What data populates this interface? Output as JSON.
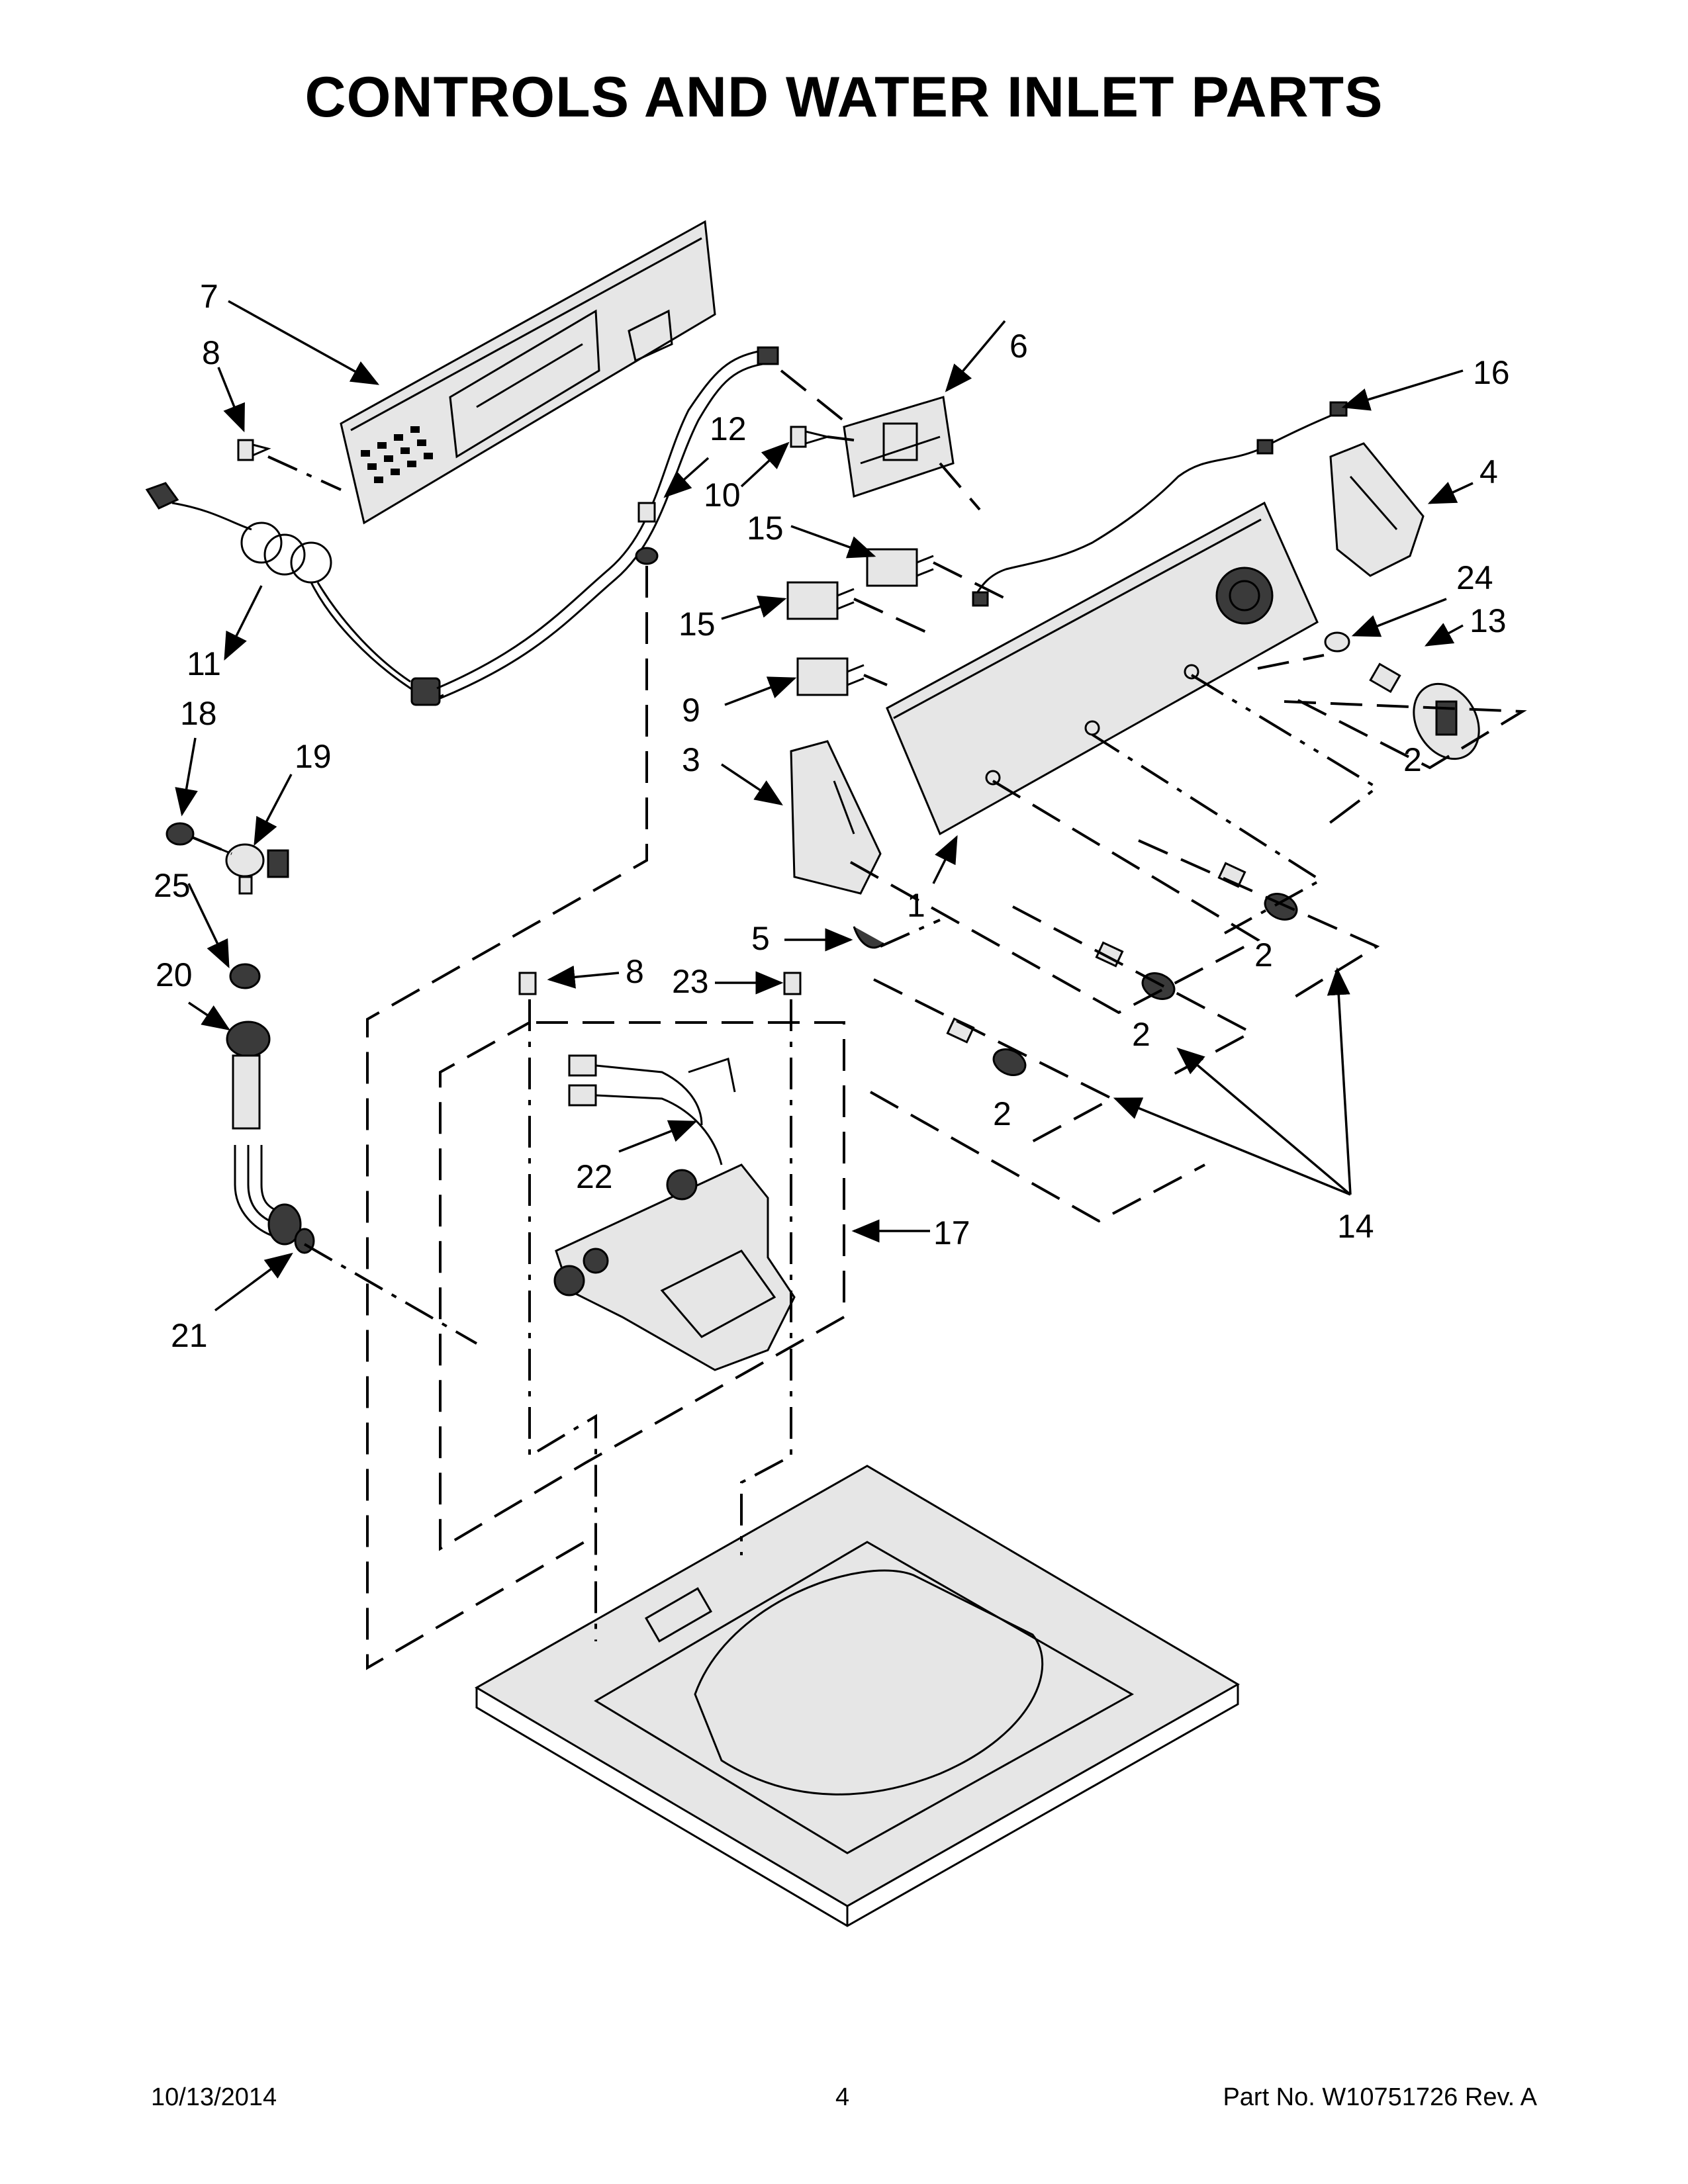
{
  "title": "CONTROLS AND WATER INLET PARTS",
  "footer": {
    "date": "10/13/2014",
    "page": "4",
    "part_no": "Part No.  W10751726  Rev.  A"
  },
  "callouts": {
    "c1": "1",
    "c2a": "2",
    "c2b": "2",
    "c2c": "2",
    "c2d": "2",
    "c3": "3",
    "c4": "4",
    "c5": "5",
    "c6": "6",
    "c7": "7",
    "c8a": "8",
    "c8b": "8",
    "c9": "9",
    "c10": "10",
    "c11": "11",
    "c12": "12",
    "c13": "13",
    "c14": "14",
    "c15a": "15",
    "c15b": "15",
    "c16": "16",
    "c17": "17",
    "c18": "18",
    "c19": "19",
    "c20": "20",
    "c21": "21",
    "c22": "22",
    "c23": "23",
    "c24": "24",
    "c25": "25"
  }
}
